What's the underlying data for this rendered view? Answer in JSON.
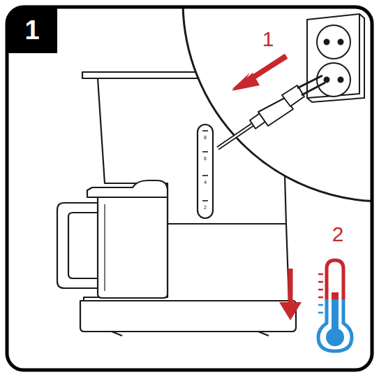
{
  "diagram": {
    "nodes": [
      {
        "text": [
          "1"
        ]
      }
    ],
    "labels": [
      "1",
      "2",
      "8",
      "6",
      "4",
      "2"
    ]
  }
}
